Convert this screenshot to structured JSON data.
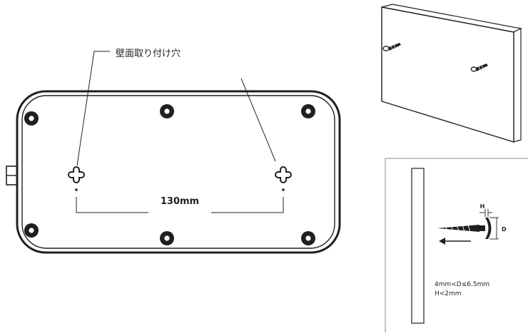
{
  "labels": {
    "wall_mount_holes": "壁面取り付け穴",
    "spacing": "130mm",
    "screw_d": "D",
    "screw_h": "H",
    "spec_line1": "4mm<D≤6.5mm",
    "spec_line2": "H<2mm"
  },
  "colors": {
    "line": "#231f20",
    "wall": "#8a8a8a",
    "background": "#ffffff"
  },
  "icons": {
    "mount_hole": "keyhole-cross-icon",
    "foot": "rubber-foot-icon",
    "arrow": "left-arrow-icon",
    "screw": "screw-icon"
  }
}
